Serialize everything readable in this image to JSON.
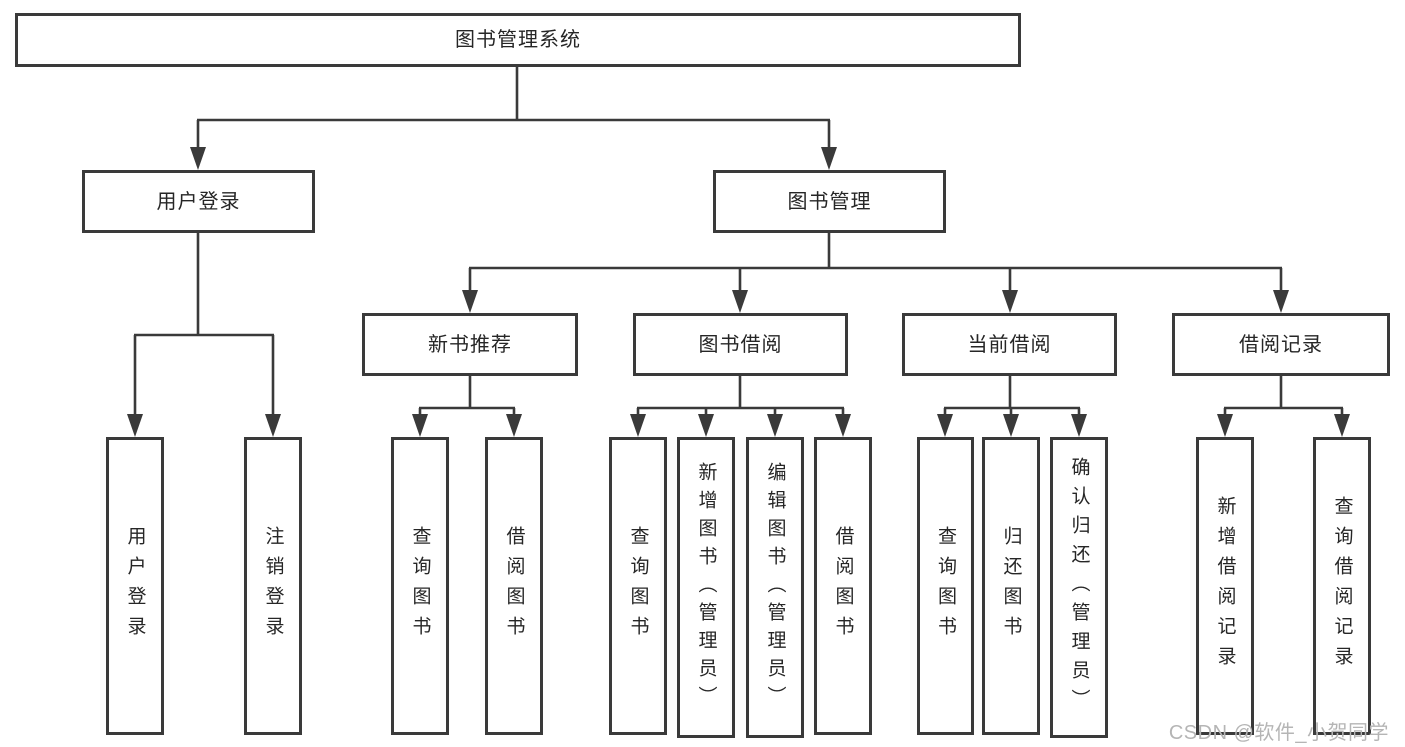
{
  "diagram_title": "图书管理系统",
  "tree": {
    "label": "图书管理系统",
    "children": [
      {
        "label": "用户登录",
        "children": [
          {
            "label": "用户登录"
          },
          {
            "label": "注销登录"
          }
        ]
      },
      {
        "label": "图书管理",
        "children": [
          {
            "label": "新书推荐",
            "children": [
              {
                "label": "查询图书"
              },
              {
                "label": "借阅图书"
              }
            ]
          },
          {
            "label": "图书借阅",
            "children": [
              {
                "label": "查询图书"
              },
              {
                "label": "新增图书（管理员）"
              },
              {
                "label": "编辑图书（管理员）"
              },
              {
                "label": "借阅图书"
              }
            ]
          },
          {
            "label": "当前借阅",
            "children": [
              {
                "label": "查询图书"
              },
              {
                "label": "归还图书"
              },
              {
                "label": "确认归还（管理员）"
              }
            ]
          },
          {
            "label": "借阅记录",
            "children": [
              {
                "label": "新增借阅记录"
              },
              {
                "label": "查询借阅记录"
              }
            ]
          }
        ]
      }
    ]
  },
  "watermark": "CSDN @软件_小贺同学",
  "colors": {
    "line": "#3a3a3a",
    "box_border": "#3a3a3a",
    "box_fill": "#ffffff",
    "text": "#262626",
    "watermark": "#b5b5b5",
    "background": "#ffffff"
  }
}
